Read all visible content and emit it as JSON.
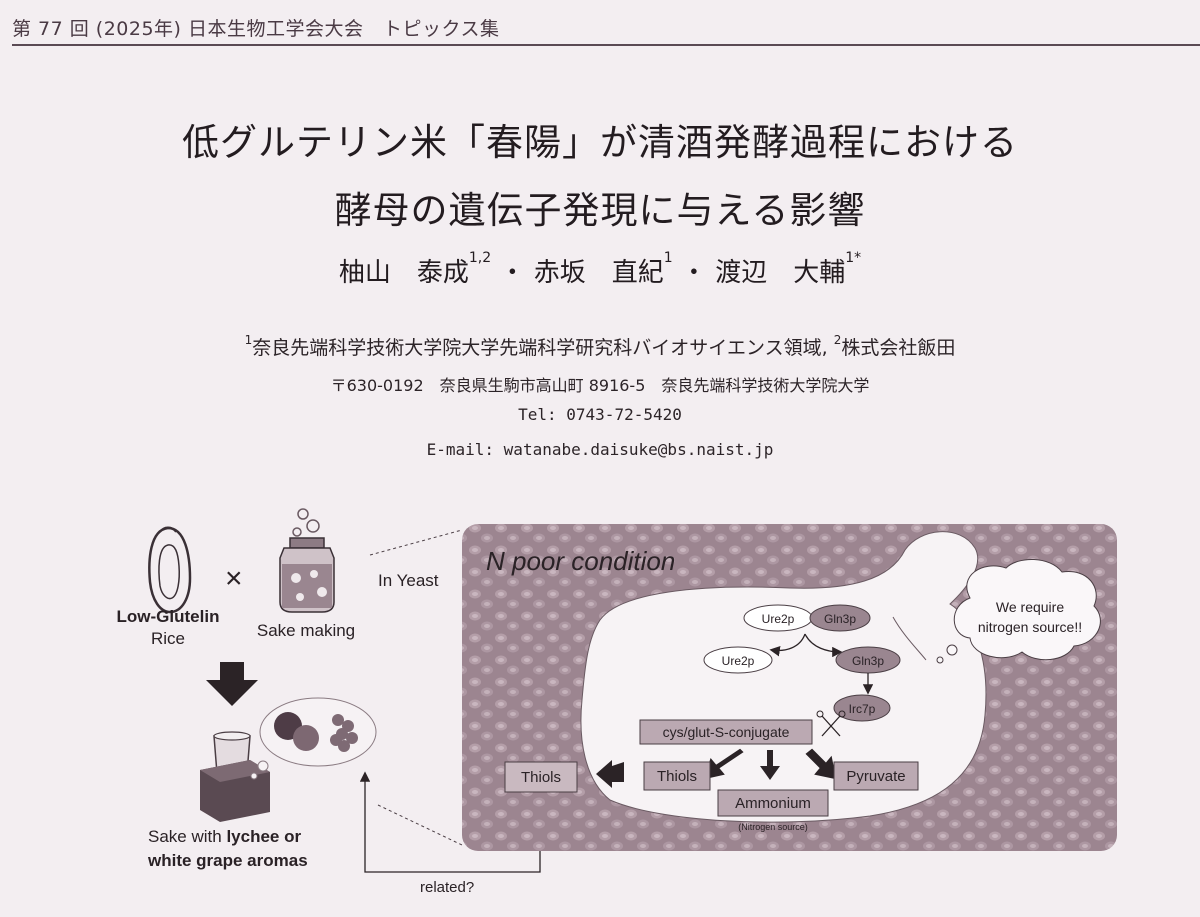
{
  "header": {
    "running_title": "第 77 回 (2025年) 日本生物工学会大会　トピックス集"
  },
  "paper": {
    "title_line1": "低グルテリン米「春陽」が清酒発酵過程における",
    "title_line2": "酵母の遺伝子発現に与える影響",
    "authors": [
      {
        "name": "柚山　泰成",
        "aff": "1,2"
      },
      {
        "name": "赤坂　直紀",
        "aff": "1"
      },
      {
        "name": "渡辺　大輔",
        "aff": "1*"
      }
    ],
    "author_sep": "・",
    "affiliation_1_mark": "1",
    "affiliation_1": "奈良先端科学技術大学院大学先端科学研究科バイオサイエンス領域,",
    "affiliation_2_mark": "2",
    "affiliation_2": "株式会社飯田",
    "address": "〒630-0192　奈良県生駒市高山町 8916-5　奈良先端科学技術大学院大学",
    "tel": "Tel: 0743-72-5420",
    "email": "E-mail: watanabe.daisuke@bs.naist.jp"
  },
  "figure": {
    "rice_label_bold": "Low-Glutelin",
    "rice_label": "Rice",
    "times": "×",
    "sake_making": "Sake making",
    "in_yeast": "In Yeast",
    "aroma_line1_prefix": "Sake with ",
    "aroma_line1_bold": "lychee or",
    "aroma_line2": "white grape aromas",
    "related": "related?",
    "condition": "N poor condition",
    "bubble": [
      "We require",
      "nitrogen source!!"
    ],
    "ure2p_complex": "Ure2p",
    "gln3p_complex": "Gln3p",
    "ure2p_free": "Ure2p",
    "gln3p_free": "Gln3p",
    "irc7p": "Irc7p",
    "conjugate": "cys/glut-S-conjugate",
    "thiols_inner": "Thiols",
    "pyruvate": "Pyruvate",
    "ammonium": "Ammonium",
    "nitrogen_source": "(Nitrogen source)",
    "thiols_outer": "Thiols"
  }
}
